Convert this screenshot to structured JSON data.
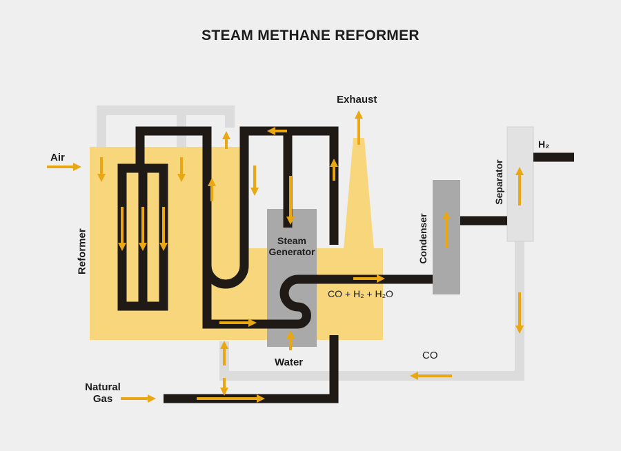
{
  "title": "STEAM METHANE REFORMER",
  "labels": {
    "exhaust": "Exhaust",
    "air": "Air",
    "reformer": "Reformer",
    "steam_generator": [
      "Steam",
      "Generator"
    ],
    "condenser": "Condenser",
    "separator": "Separator",
    "h2": "H₂",
    "stream": "CO + H₂ + H₂O",
    "co": "CO",
    "water": "Water",
    "natural_gas": [
      "Natural",
      "Gas"
    ]
  },
  "colors": {
    "background": "#efefef",
    "reformer_fill": "#f7d67c",
    "pipe": "#201a17",
    "light_pipe": "#dedede",
    "equipment_gray": "#a9a9a9",
    "separator_fill": "#e2e2e2",
    "arrow": "#e8a713"
  }
}
